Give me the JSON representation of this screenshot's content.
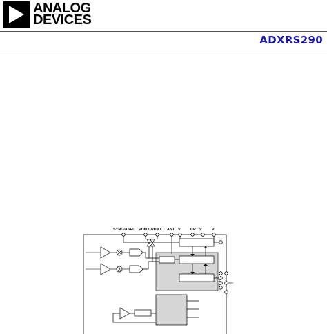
{
  "header": {
    "brand_line1": "ANALOG",
    "brand_line2": "DEVICES",
    "part_number": "ADXRS290",
    "part_color": "#1a1aa6"
  },
  "block_diagram": {
    "pin_labels": [
      "SYNC/ASEL",
      "PDMY",
      "PDMX",
      "AST",
      "V",
      "CP",
      "V",
      "V"
    ]
  }
}
